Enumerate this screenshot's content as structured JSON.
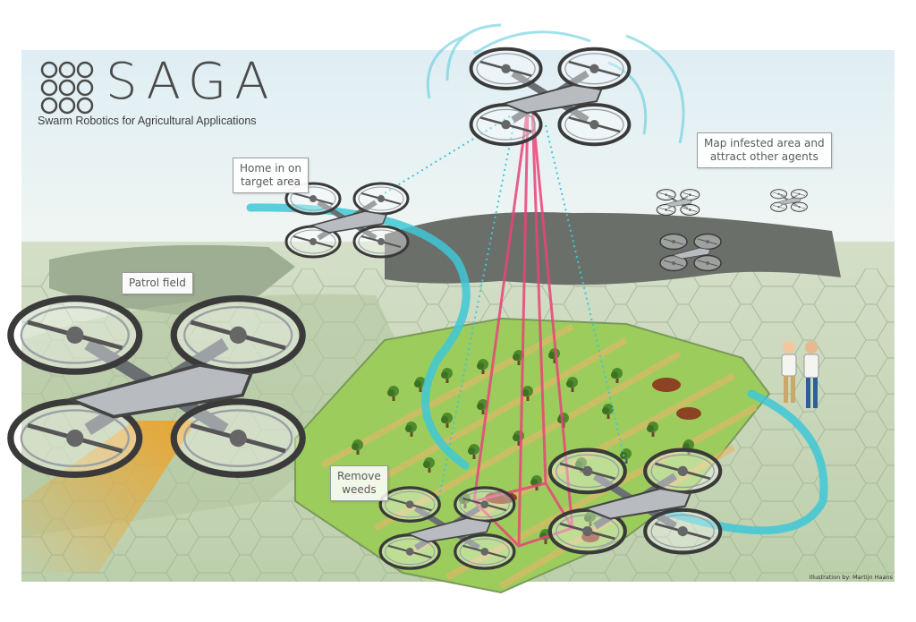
{
  "brand": {
    "title": "SAGA",
    "tagline": "Swarm Robotics for Agricultural Applications"
  },
  "callouts": {
    "patrol": "Patrol field",
    "home": "Home in on\ntarget area",
    "map": "Map infested area and\nattract other agents",
    "remove": "Remove\nweeds"
  },
  "credit": "Illustration by: Martijn Haans",
  "icons": [
    "drone-logo-icon",
    "drone-icon",
    "farmer-icon",
    "tree-icon",
    "weed-patch-icon"
  ],
  "colors": {
    "sky": "#e6f2f6",
    "field": "#c6d6b4",
    "crop_plot": "#8cc050",
    "weed": "#8a2a1a",
    "signal": "#3ec8d6",
    "beam": "#e8457a",
    "patrol_trail": "#e8a030"
  }
}
